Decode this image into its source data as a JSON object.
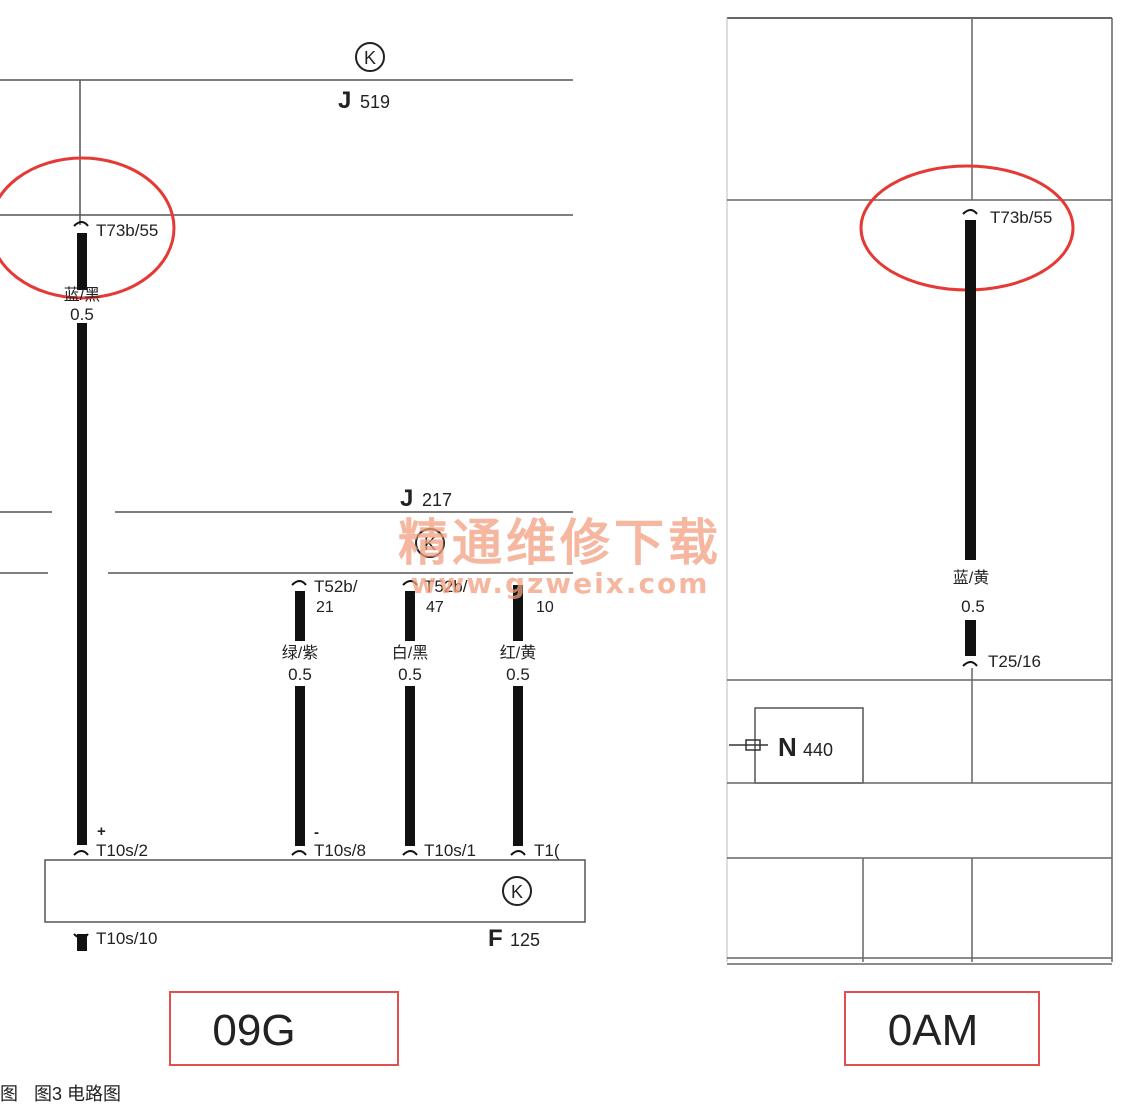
{
  "diagram": {
    "left_panel": {
      "tag": "09G",
      "module_top": {
        "name": "J",
        "sub": "519",
        "symbol": "K"
      },
      "module_mid": {
        "name": "J",
        "sub": "217",
        "symbol": "K"
      },
      "module_bottom": {
        "name": "F",
        "sub": "125",
        "symbol": "K"
      },
      "wire_main": {
        "pin_top": "T73b/55",
        "color": "蓝/黑",
        "gauge": "0.5",
        "pin_bottom": "T10s/2",
        "polarity": "+"
      },
      "wire_1": {
        "pin_top_a": "T52b/",
        "pin_top_b": "21",
        "color": "绿/紫",
        "gauge": "0.5",
        "pin_bottom": "T10s/8",
        "polarity": "-"
      },
      "wire_2": {
        "pin_top_a": "T52b/",
        "pin_top_b": "47",
        "color": "白/黑",
        "gauge": "0.5",
        "pin_bottom": "T10s/1"
      },
      "wire_3": {
        "pin_top_b": "10",
        "color": "红/黄",
        "gauge": "0.5",
        "pin_bottom": "T1("
      },
      "ground_pin": "T10s/10"
    },
    "right_panel": {
      "tag": "0AM",
      "wire": {
        "pin_top": "T73b/55",
        "color": "蓝/黄",
        "gauge": "0.5",
        "pin_bottom": "T25/16"
      },
      "component": {
        "name": "N",
        "sub": "440"
      }
    },
    "caption_left": "图",
    "caption": "图3   电路图",
    "watermark_cn": "精通维修下载",
    "watermark_url": "www.gzweix.com",
    "colors": {
      "wire": "#111111",
      "line": "#555555",
      "highlight": "#e53935",
      "tag_border": "#e05050",
      "watermark": "#f2a07f"
    }
  }
}
